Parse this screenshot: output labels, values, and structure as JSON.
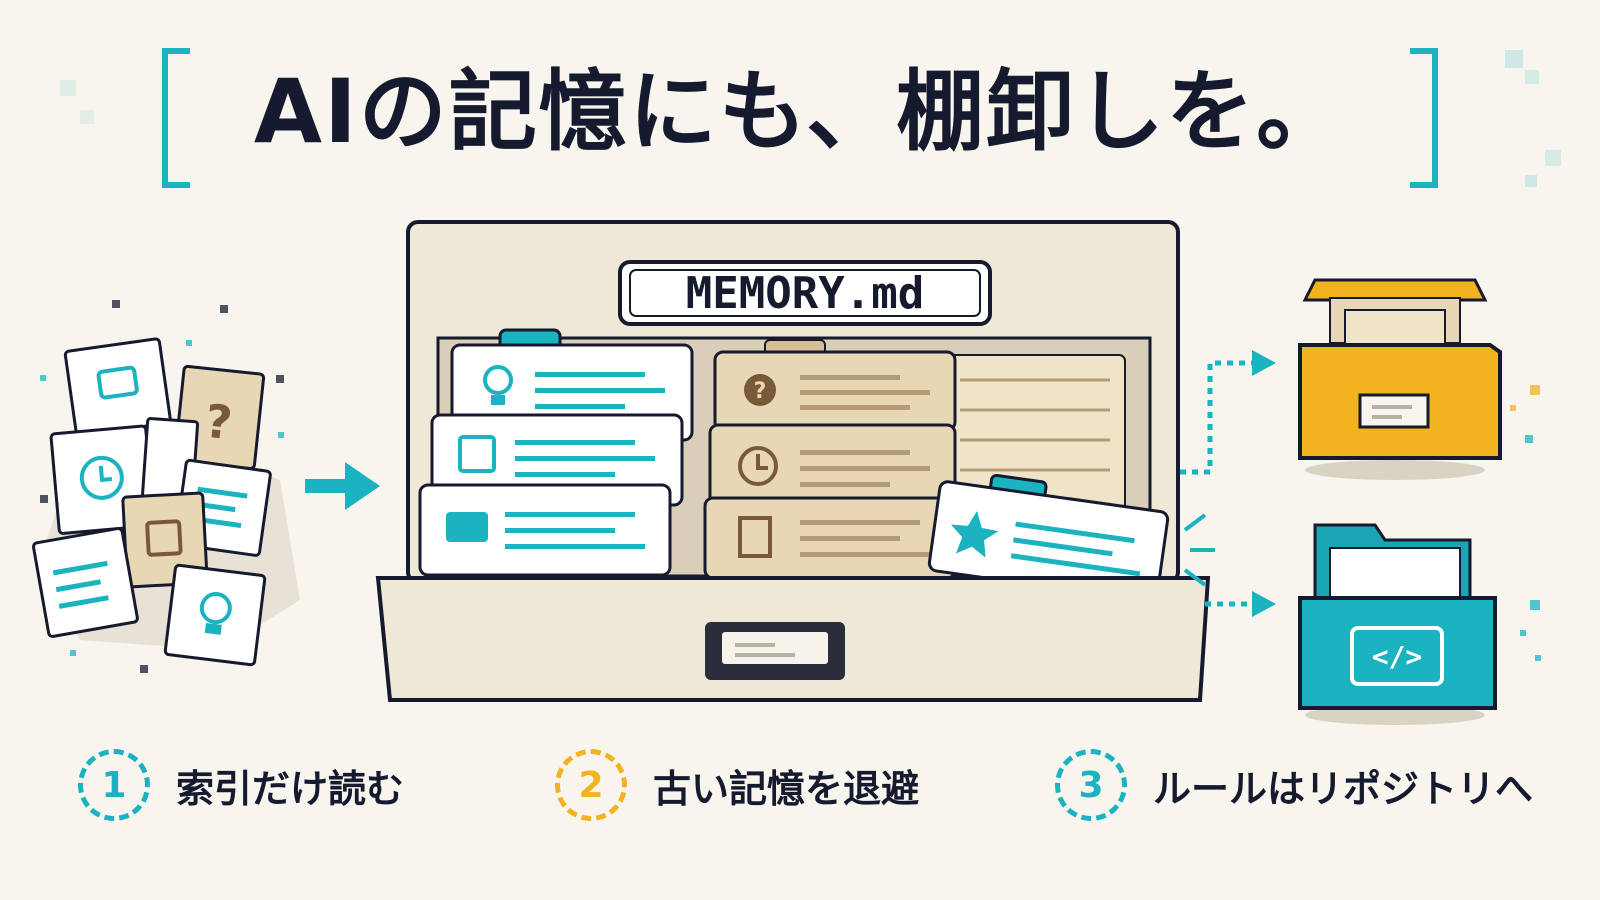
{
  "title": "AIの記憶にも、棚卸しを。",
  "drawer_label": "MEMORY.md",
  "steps": [
    {
      "number": "1",
      "label": "索引だけ読む",
      "color": "#1bb3c0"
    },
    {
      "number": "2",
      "label": "古い記憶を退避",
      "color": "#f3b21f"
    },
    {
      "number": "3",
      "label": "ルールはリポジトリへ",
      "color": "#1bb3c0"
    }
  ],
  "colors": {
    "accent_teal": "#1bb3c0",
    "accent_yellow": "#f3b21f",
    "ink": "#161a2e",
    "paper": "#f8f5ee",
    "drawer": "#efe8d6",
    "old_card": "#e8d7b5"
  },
  "icons": {
    "cards_active": [
      "lightbulb-icon",
      "checklist-icon",
      "chat-icon",
      "star-icon"
    ],
    "cards_old": [
      "question-icon",
      "clock-icon",
      "document-icon"
    ],
    "archive": "archive-box-icon",
    "repository": "code-folder-icon"
  }
}
